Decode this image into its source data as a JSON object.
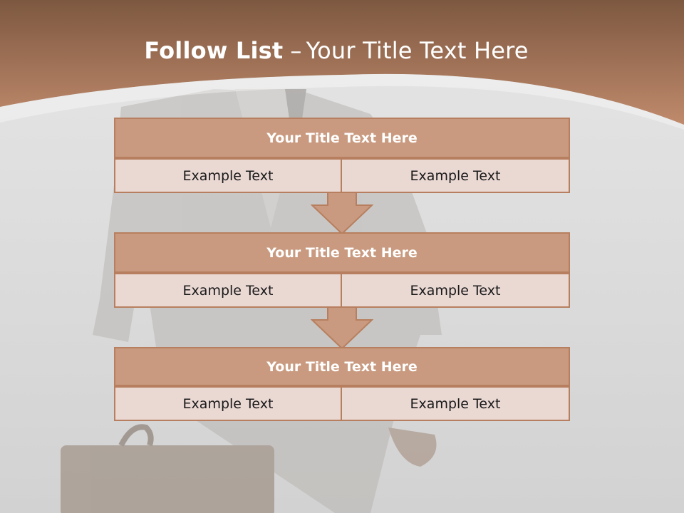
{
  "slide": {
    "title_bold": "Follow List",
    "title_dash": "–",
    "title_rest": "Your Title Text Here"
  },
  "blocks": [
    {
      "title": "Your Title Text Here",
      "left": "Example Text",
      "right": "Example Text"
    },
    {
      "title": "Your Title Text Here",
      "left": "Example Text",
      "right": "Example Text"
    },
    {
      "title": "Your Title Text Here",
      "left": "Example Text",
      "right": "Example Text"
    }
  ],
  "colors": {
    "header": "#b98266",
    "block_title": "#c99a7f",
    "block_cell": "#ead8d3",
    "border": "#b77f5f"
  }
}
